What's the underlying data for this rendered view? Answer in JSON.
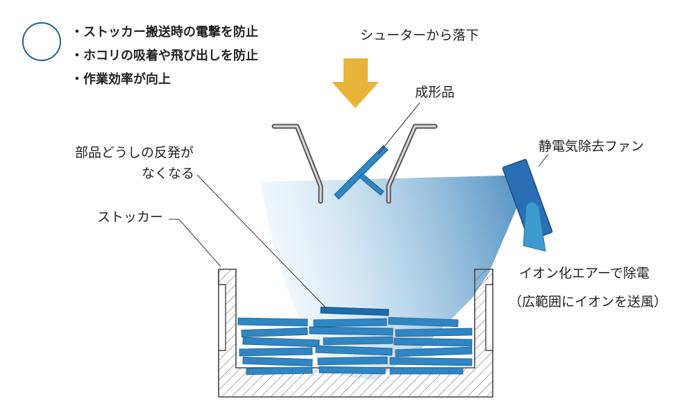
{
  "benefits": {
    "items": [
      "・ストッカー搬送時の電撃を防止",
      "・ホコリの吸着や飛び出しを防止",
      "・作業効率が向上"
    ]
  },
  "labels": {
    "chute": "シューターから落下",
    "molded_part": "成形品",
    "fan": "静電気除去ファン",
    "repulsion_line1": "部品どうしの反発が",
    "repulsion_line2": "なくなる",
    "stocker": "ストッカー",
    "ion_line1": "イオン化エアーで除電",
    "ion_line2": "（広範囲にイオンを送風）"
  },
  "colors": {
    "ring": "#1f5f97",
    "arrow": "#e8b53a",
    "part": "#2f86c2",
    "part_dark": "#1d5c96",
    "fan_body": "#2a6fb3",
    "fan_nozzle": "#3e9bd0",
    "air": "#5a9cc9",
    "stocker_stroke": "#444444"
  }
}
